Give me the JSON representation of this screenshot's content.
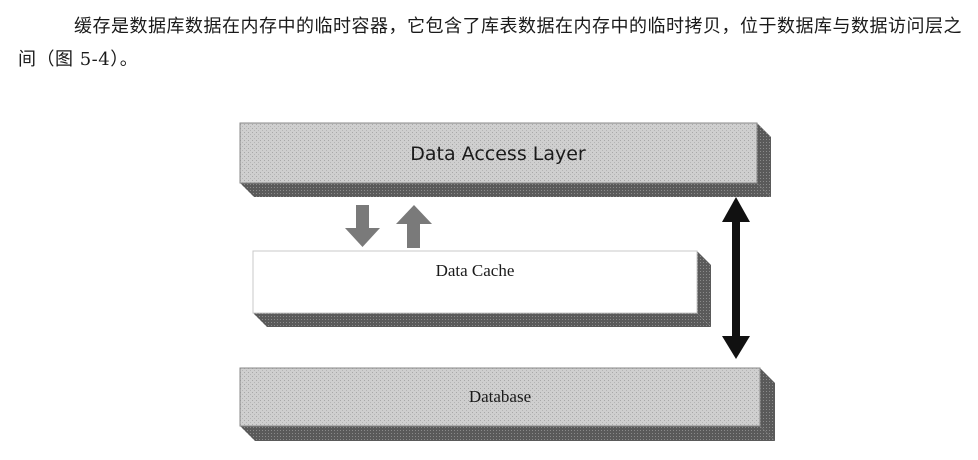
{
  "paragraph": {
    "text": "缓存是数据库数据在内存中的临时容器，它包含了库表数据在内存中的临时拷贝，位于数据库与数据访问层之间（图 5-4）。"
  },
  "figure": {
    "layers": [
      {
        "name": "data-access-layer",
        "label": "Data Access Layer"
      },
      {
        "name": "data-cache",
        "label": "Data Cache"
      },
      {
        "name": "database",
        "label": "Database"
      }
    ],
    "colors": {
      "shaded_box": "#c4c4c4",
      "box_edge": "#6e6e6e",
      "shadow": "#4a4a4a",
      "arrow_gray": "#7a7a7a",
      "arrow_black": "#111111"
    }
  }
}
